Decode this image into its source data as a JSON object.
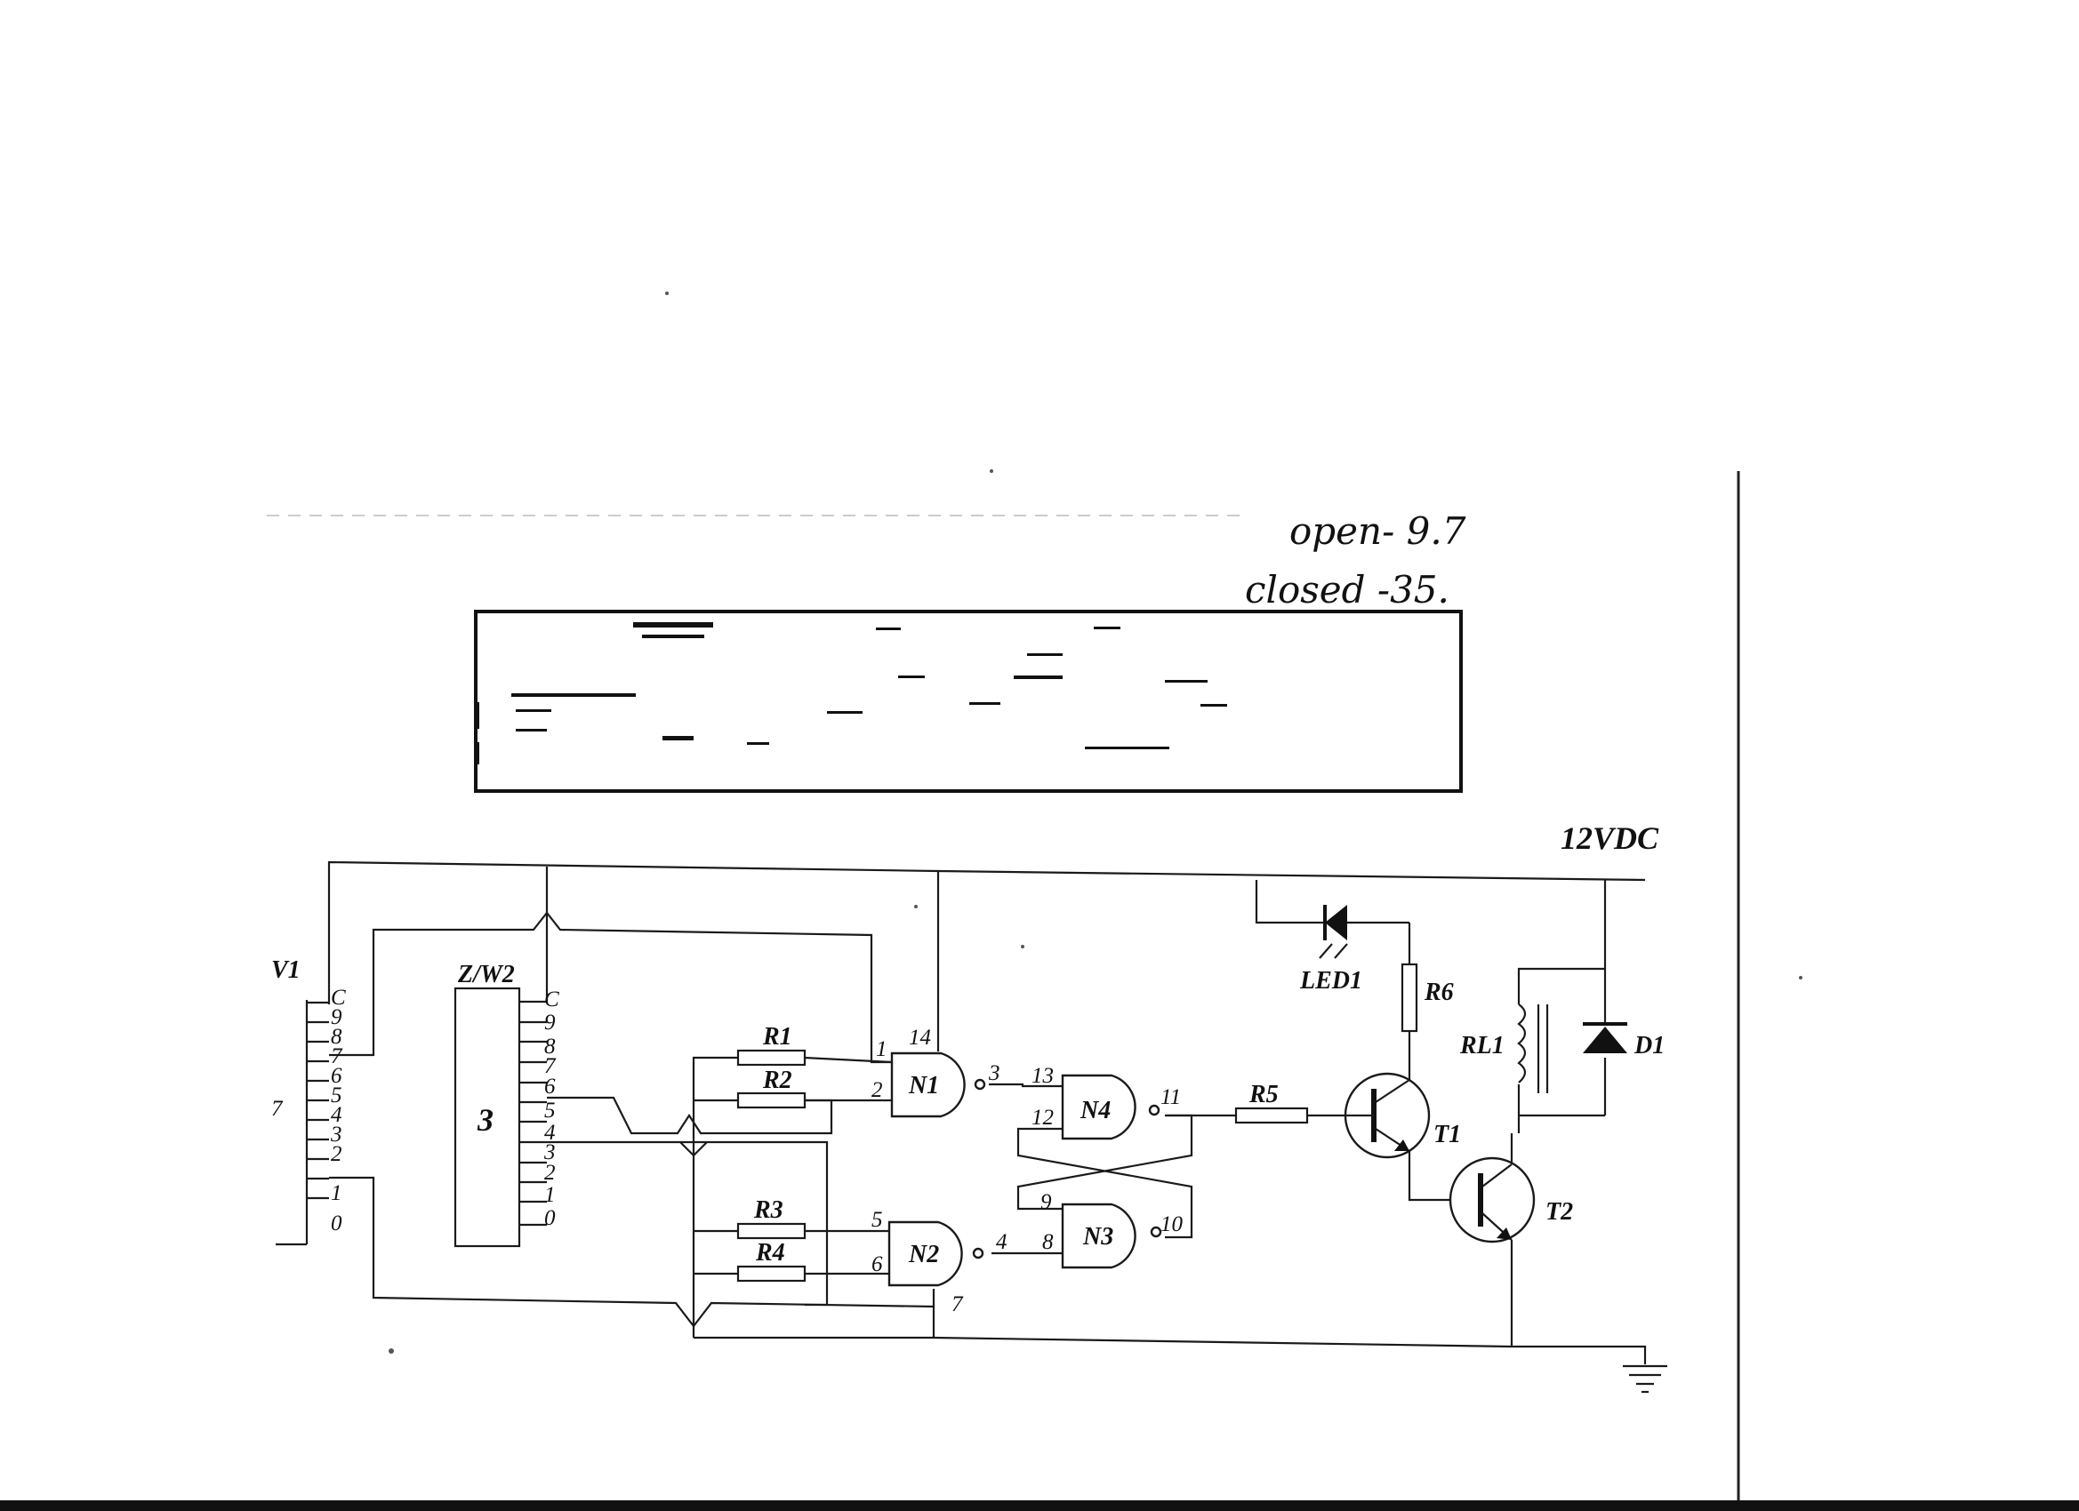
{
  "notes": {
    "line1": "open- 9.7",
    "line2": "closed -35."
  },
  "supply": {
    "label": "12VDC"
  },
  "switch1": {
    "label": "V1",
    "side_mark": "7",
    "pins": [
      "C",
      "9",
      "8",
      "7",
      "6",
      "5",
      "4",
      "3",
      "2",
      "1",
      "0"
    ]
  },
  "switch2": {
    "label": "Z/W2",
    "value": "3",
    "pins": [
      "C",
      "9",
      "8",
      "7",
      "6",
      "5",
      "4",
      "3",
      "2",
      "1",
      "0"
    ]
  },
  "resistors": [
    "R1",
    "R2",
    "R3",
    "R4",
    "R5",
    "R6"
  ],
  "gates": {
    "n1": {
      "label": "N1",
      "in_a": "1",
      "in_b": "2",
      "out": "3",
      "vcc": "14"
    },
    "n2": {
      "label": "N2",
      "in_a": "5",
      "in_b": "6",
      "out": "4",
      "gnd": "7"
    },
    "n3": {
      "label": "N3",
      "in_a": "9",
      "in_b": "8",
      "out": "10"
    },
    "n4": {
      "label": "N4",
      "in_a": "13",
      "in_b": "12",
      "out": "11"
    }
  },
  "parts": {
    "led": "LED1",
    "relay": "RL1",
    "diode": "D1",
    "t1": "T1",
    "t2": "T2"
  }
}
